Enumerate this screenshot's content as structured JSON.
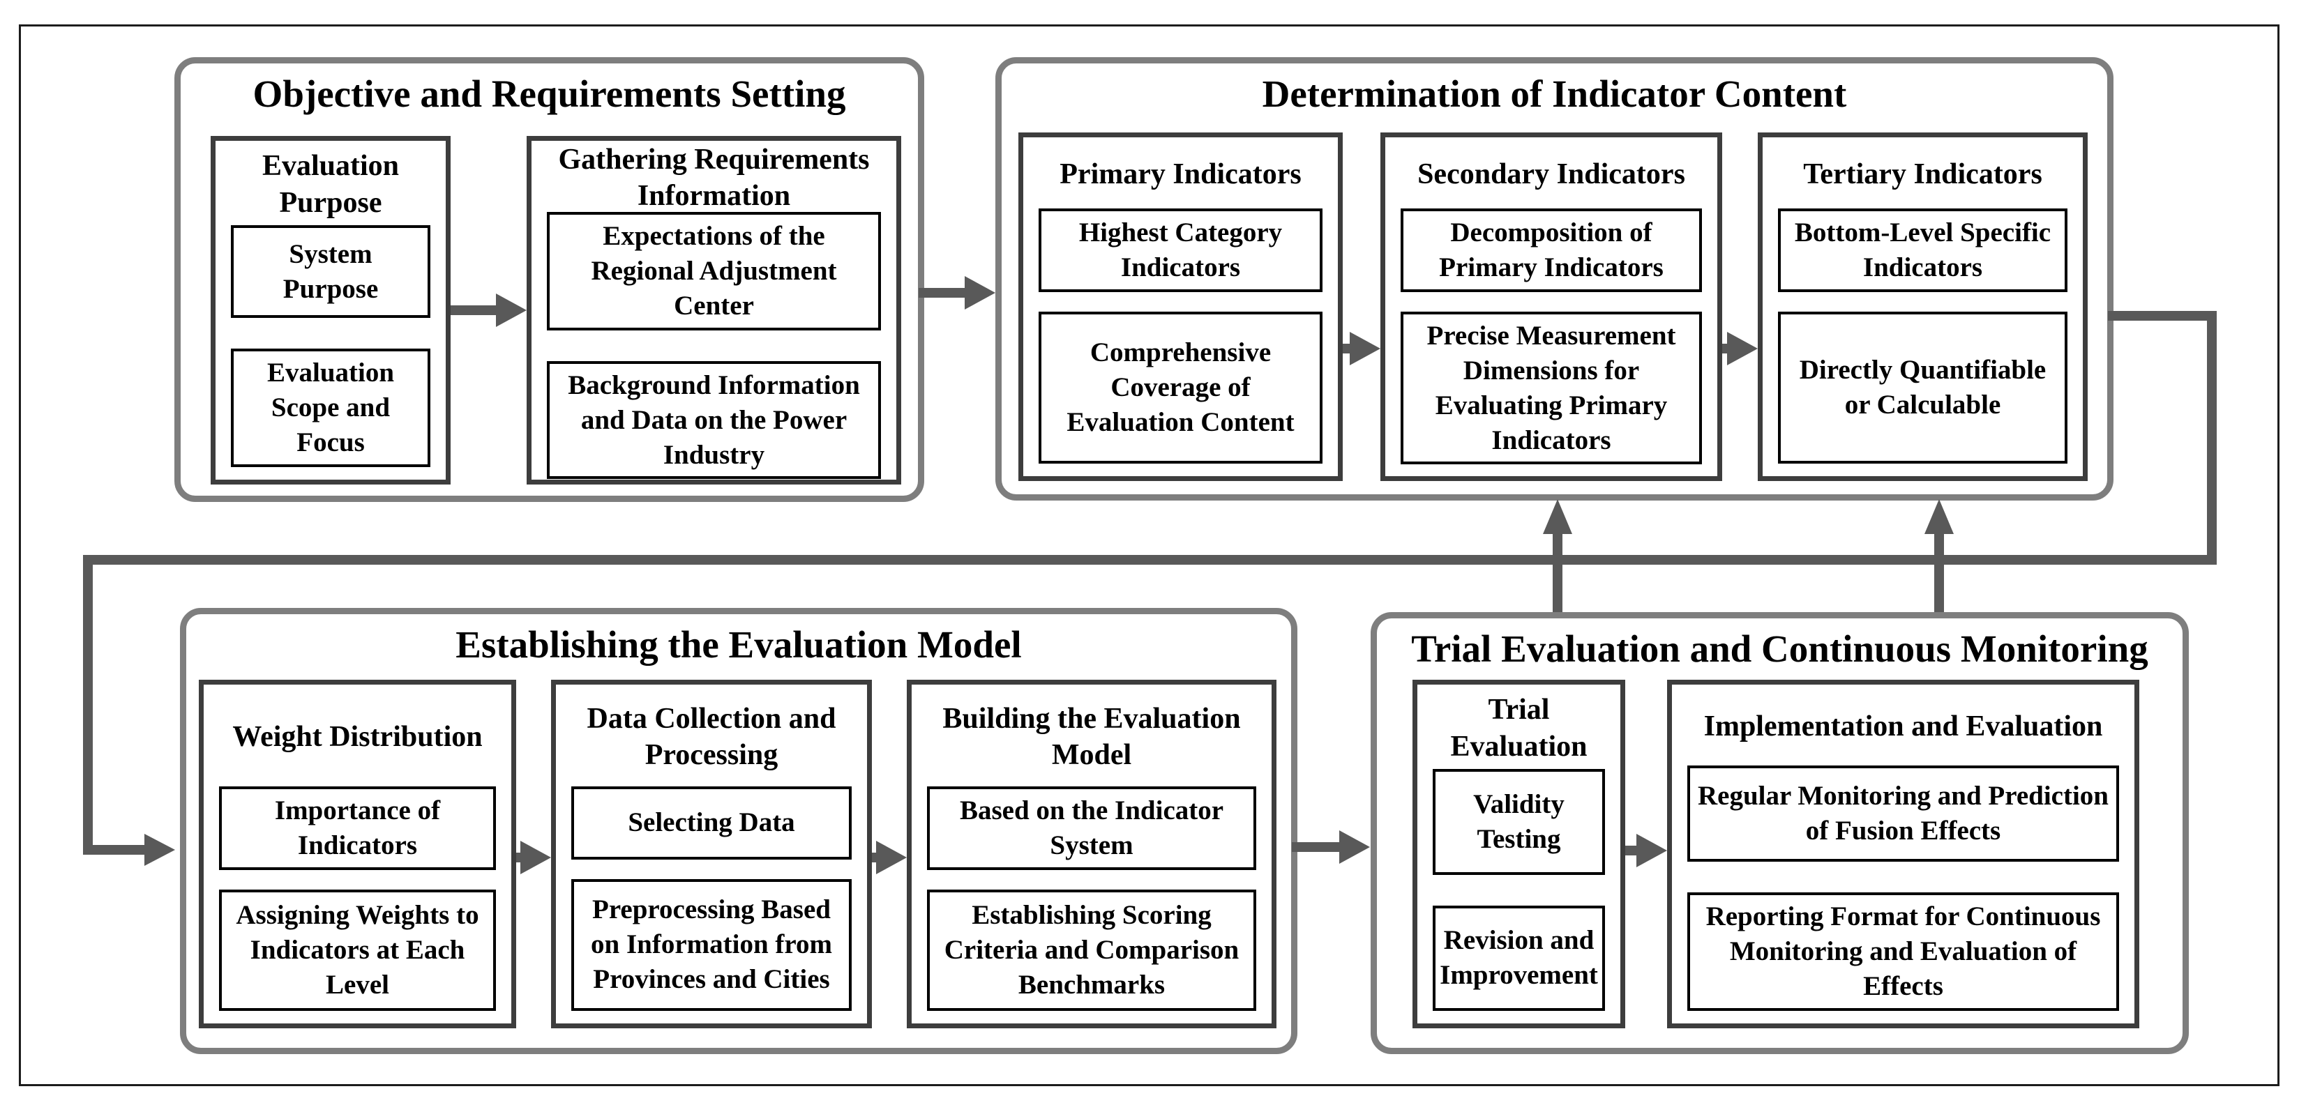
{
  "colors": {
    "background": "#ffffff",
    "frame_border": "#1c1c1c",
    "panel_border": "#7e7e7e",
    "column_border": "#3d3d3d",
    "box_border": "#000000",
    "connector": "#595959",
    "text": "#000000"
  },
  "panels": [
    {
      "title": "Objective and Requirements Setting",
      "columns": [
        {
          "header": "Evaluation Purpose",
          "boxes": [
            "System Purpose",
            "Evaluation Scope and Focus"
          ]
        },
        {
          "header": "Gathering Requirements Information",
          "boxes": [
            "Expectations of the Regional Adjustment Center",
            "Background Information and Data on the Power Industry"
          ]
        }
      ]
    },
    {
      "title": "Determination of Indicator Content",
      "columns": [
        {
          "header": "Primary Indicators",
          "boxes": [
            "Highest Category Indicators",
            "Comprehensive Coverage of Evaluation Content"
          ]
        },
        {
          "header": "Secondary Indicators",
          "boxes": [
            "Decomposition of Primary Indicators",
            "Precise Measurement Dimensions for Evaluating Primary Indicators"
          ]
        },
        {
          "header": "Tertiary Indicators",
          "boxes": [
            "Bottom-Level Specific Indicators",
            "Directly Quantifiable or Calculable"
          ]
        }
      ]
    },
    {
      "title": "Establishing the Evaluation Model",
      "columns": [
        {
          "header": "Weight Distribution",
          "boxes": [
            "Importance of Indicators",
            "Assigning Weights to Indicators at Each Level"
          ]
        },
        {
          "header": "Data Collection and Processing",
          "boxes": [
            "Selecting Data",
            "Preprocessing Based on Information from Provinces and Cities"
          ]
        },
        {
          "header": "Building the Evaluation Model",
          "boxes": [
            "Based on the Indicator System",
            "Establishing Scoring Criteria and Comparison Benchmarks"
          ]
        }
      ]
    },
    {
      "title": "Trial Evaluation and Continuous Monitoring",
      "columns": [
        {
          "header": "Trial Evaluation",
          "boxes": [
            "Validity Testing",
            "Revision and Improvement"
          ]
        },
        {
          "header": "Implementation and Evaluation",
          "boxes": [
            "Regular Monitoring and Prediction of Fusion Effects",
            "Reporting Format for Continuous Monitoring and Evaluation of Effects"
          ]
        }
      ]
    }
  ],
  "connections": [
    {
      "from": "Objective and Requirements Setting",
      "to": "Determination of Indicator Content",
      "type": "arrow-right"
    },
    {
      "from": "Determination of Indicator Content",
      "to": "Establishing the Evaluation Model",
      "type": "wrap-around-feedback-line"
    },
    {
      "from": "Establishing the Evaluation Model",
      "to": "Trial Evaluation and Continuous Monitoring",
      "type": "arrow-right"
    },
    {
      "from": "Trial Evaluation and Continuous Monitoring",
      "to": "Determination of Indicator Content",
      "type": "double-arrow-up"
    }
  ]
}
